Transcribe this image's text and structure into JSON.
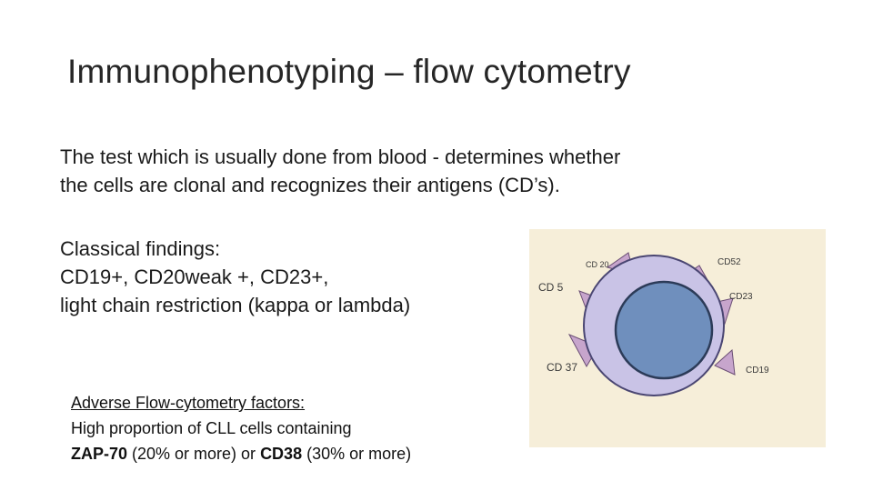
{
  "slide": {
    "title": "Immunophenotyping – flow cytometry",
    "intro_lines": [
      "The test which is usually done from blood - determines whether",
      "the cells are clonal and recognizes their antigens (CD’s)."
    ],
    "classical": {
      "heading": "Classical findings:",
      "lines": [
        "CD19+, CD20weak +, CD23+,",
        "light chain restriction (kappa or lambda)"
      ]
    },
    "adverse": {
      "heading": "Adverse Flow-cytometry factors:",
      "line1": "High proportion of CLL cells containing",
      "zap_marker": "ZAP-70",
      "zap_value": " (20% or more) or ",
      "cd38_marker": "CD38",
      "cd38_value": " (30% or more)"
    }
  },
  "figure": {
    "labels": {
      "cd20": "CD 20",
      "cd52": "CD52",
      "cd5": "CD 5",
      "cd23": "CD23",
      "cd37": "CD 37",
      "cd19": "CD19"
    },
    "colors": {
      "background": "#f6eed9",
      "cell_body": "#c9c3e6",
      "cell_outline": "#4a4672",
      "nucleus": "#6f8fbd",
      "nucleus_outline": "#2c3b58",
      "receptor": "#c7a5cc"
    }
  }
}
